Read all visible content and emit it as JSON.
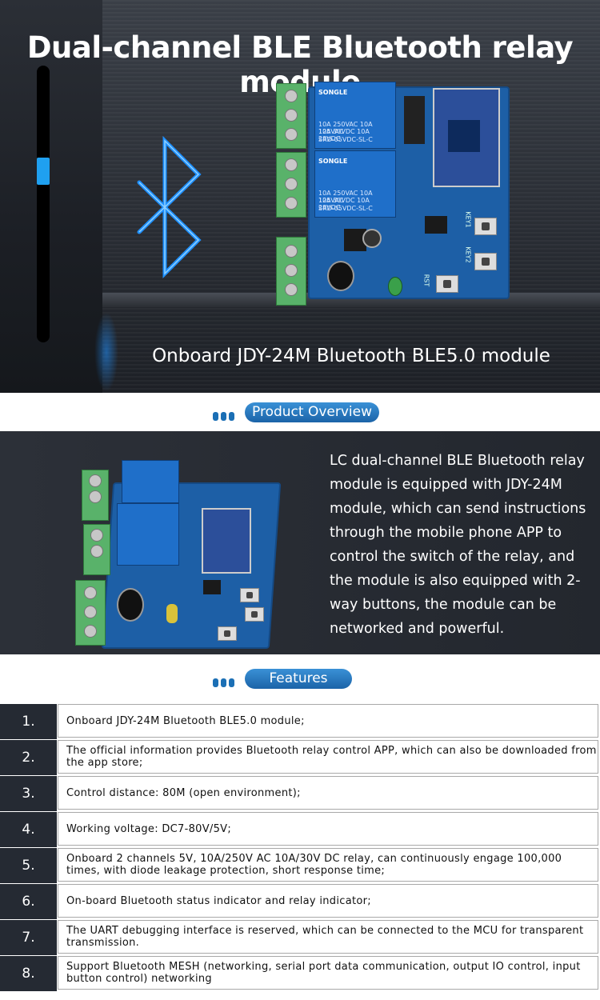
{
  "hero": {
    "title": "Dual-channel BLE Bluetooth relay module",
    "subtitle": "Onboard JDY-24M Bluetooth BLE5.0 module",
    "relay_label_lines": [
      "10A 250VAC  10A 125VAC",
      "10A  30VDC   10A  28VDC",
      "SRD-05VDC-SL-C"
    ],
    "relay_brand": "SONGLE",
    "key_labels": [
      "KEY1",
      "KEY2",
      "RST"
    ],
    "bluetooth_icon": "bluetooth-icon",
    "slider_level": 0.37
  },
  "overview": {
    "heading": "Product Overview",
    "description": "LC dual-channel BLE Bluetooth relay module is equipped with JDY-24M module, which can send instructions through the mobile phone APP to control the switch of the relay, and the module is also equipped with 2-way buttons, the module can be networked and powerful."
  },
  "features": {
    "heading": "Features",
    "items": [
      {
        "num": "1.",
        "text": "Onboard JDY-24M Bluetooth BLE5.0 module;"
      },
      {
        "num": "2.",
        "text": "The official information provides Bluetooth relay control APP, which can also be downloaded from the app store;"
      },
      {
        "num": "3.",
        "text": "Control distance: 80M (open environment);"
      },
      {
        "num": "4.",
        "text": "Working voltage: DC7-80V/5V;"
      },
      {
        "num": "5.",
        "text": "Onboard 2 channels 5V, 10A/250V AC 10A/30V DC relay, can continuously engage 100,000 times, with diode leakage protection, short response time;"
      },
      {
        "num": "6.",
        "text": "On-board Bluetooth status indicator and relay indicator;"
      },
      {
        "num": "7.",
        "text": "The UART debugging interface is reserved, which can be connected to the MCU for transparent transmission."
      },
      {
        "num": "8.",
        "text": "Support Bluetooth MESH (networking, serial port data communication, output IO control, input button control) networking"
      }
    ]
  },
  "colors": {
    "accent_blue": "#1b6fb5",
    "hero_bg": "#2a2e35",
    "num_cell_bg": "#252a33",
    "board_blue": "#1d5fa6",
    "terminal_green": "#59b26a"
  }
}
